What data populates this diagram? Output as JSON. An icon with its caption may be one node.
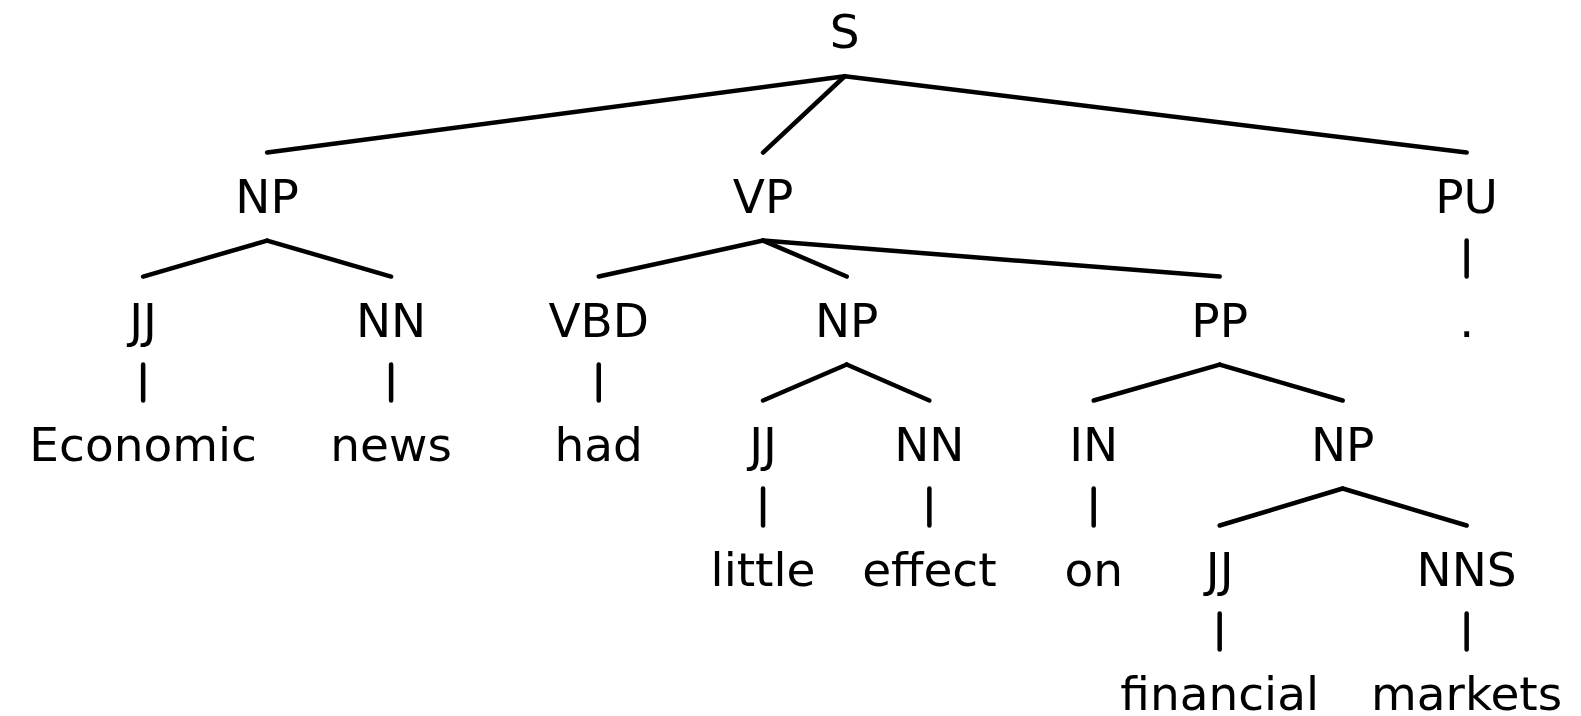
{
  "diagram": {
    "nodes": [
      {
        "text": [
          "S"
        ]
      },
      {
        "text": [
          "NP"
        ]
      },
      {
        "text": [
          "VP"
        ]
      },
      {
        "text": [
          "PU"
        ]
      },
      {
        "text": [
          "JJ"
        ]
      },
      {
        "text": [
          "NN"
        ]
      },
      {
        "text": [
          "VBD"
        ]
      },
      {
        "text": [
          "NP"
        ]
      },
      {
        "text": [
          "PP"
        ]
      },
      {
        "text": [
          "."
        ]
      },
      {
        "text": [
          "Economic"
        ]
      },
      {
        "text": [
          "news"
        ]
      },
      {
        "text": [
          "had"
        ]
      },
      {
        "text": [
          "JJ"
        ]
      },
      {
        "text": [
          "NN"
        ]
      },
      {
        "text": [
          "IN"
        ]
      },
      {
        "text": [
          "NP"
        ]
      },
      {
        "text": [
          "little"
        ]
      },
      {
        "text": [
          "effect"
        ]
      },
      {
        "text": [
          "on"
        ]
      },
      {
        "text": [
          "JJ"
        ]
      },
      {
        "text": [
          "NNS"
        ]
      },
      {
        "text": [
          "financial"
        ]
      },
      {
        "text": [
          "markets"
        ]
      }
    ],
    "edges": [
      {
        "from": 0,
        "to": 1,
        "arrow": "none"
      },
      {
        "from": 0,
        "to": 2,
        "arrow": "none"
      },
      {
        "from": 0,
        "to": 3,
        "arrow": "none"
      },
      {
        "from": 1,
        "to": 4,
        "arrow": "none"
      },
      {
        "from": 1,
        "to": 5,
        "arrow": "none"
      },
      {
        "from": 2,
        "to": 6,
        "arrow": "none"
      },
      {
        "from": 2,
        "to": 7,
        "arrow": "none"
      },
      {
        "from": 2,
        "to": 8,
        "arrow": "none"
      },
      {
        "from": 3,
        "to": 9,
        "arrow": "none"
      },
      {
        "from": 4,
        "to": 10,
        "arrow": "none"
      },
      {
        "from": 5,
        "to": 11,
        "arrow": "none"
      },
      {
        "from": 6,
        "to": 12,
        "arrow": "none"
      },
      {
        "from": 7,
        "to": 13,
        "arrow": "none"
      },
      {
        "from": 7,
        "to": 14,
        "arrow": "none"
      },
      {
        "from": 8,
        "to": 15,
        "arrow": "none"
      },
      {
        "from": 8,
        "to": 16,
        "arrow": "none"
      },
      {
        "from": 13,
        "to": 17,
        "arrow": "none"
      },
      {
        "from": 14,
        "to": 18,
        "arrow": "none"
      },
      {
        "from": 15,
        "to": 19,
        "arrow": "none"
      },
      {
        "from": 16,
        "to": 20,
        "arrow": "none"
      },
      {
        "from": 16,
        "to": 21,
        "arrow": "none"
      },
      {
        "from": 20,
        "to": 22,
        "arrow": "none"
      },
      {
        "from": 21,
        "to": 23,
        "arrow": "none"
      }
    ]
  }
}
